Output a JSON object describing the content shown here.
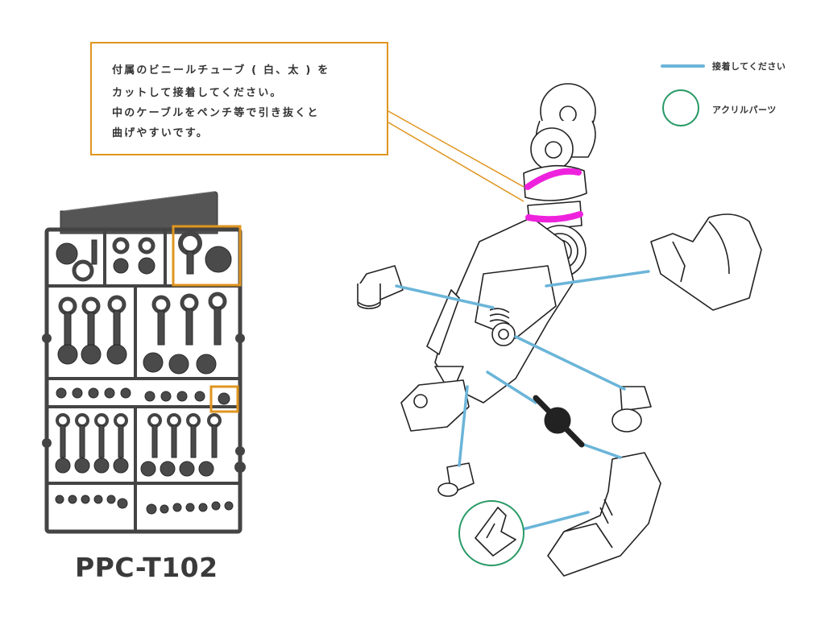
{
  "note": {
    "lines": [
      "付属のビニールチューブ ( 白、太 ) を",
      "カットして接着してください。",
      "中のケーブルをペンチ等で引き抜くと",
      "曲げやすいです。"
    ]
  },
  "legend": {
    "glue_label": "接着してください",
    "acrylic_label": "アクリルパーツ"
  },
  "product_code": "PPC-T102",
  "colors": {
    "note_border": "#e0951f",
    "glue_line": "#6bb5d9",
    "acrylic_circle": "#2a9a67",
    "tube_highlight": "#ee22dd",
    "part_fill": "#4a4a4a"
  }
}
